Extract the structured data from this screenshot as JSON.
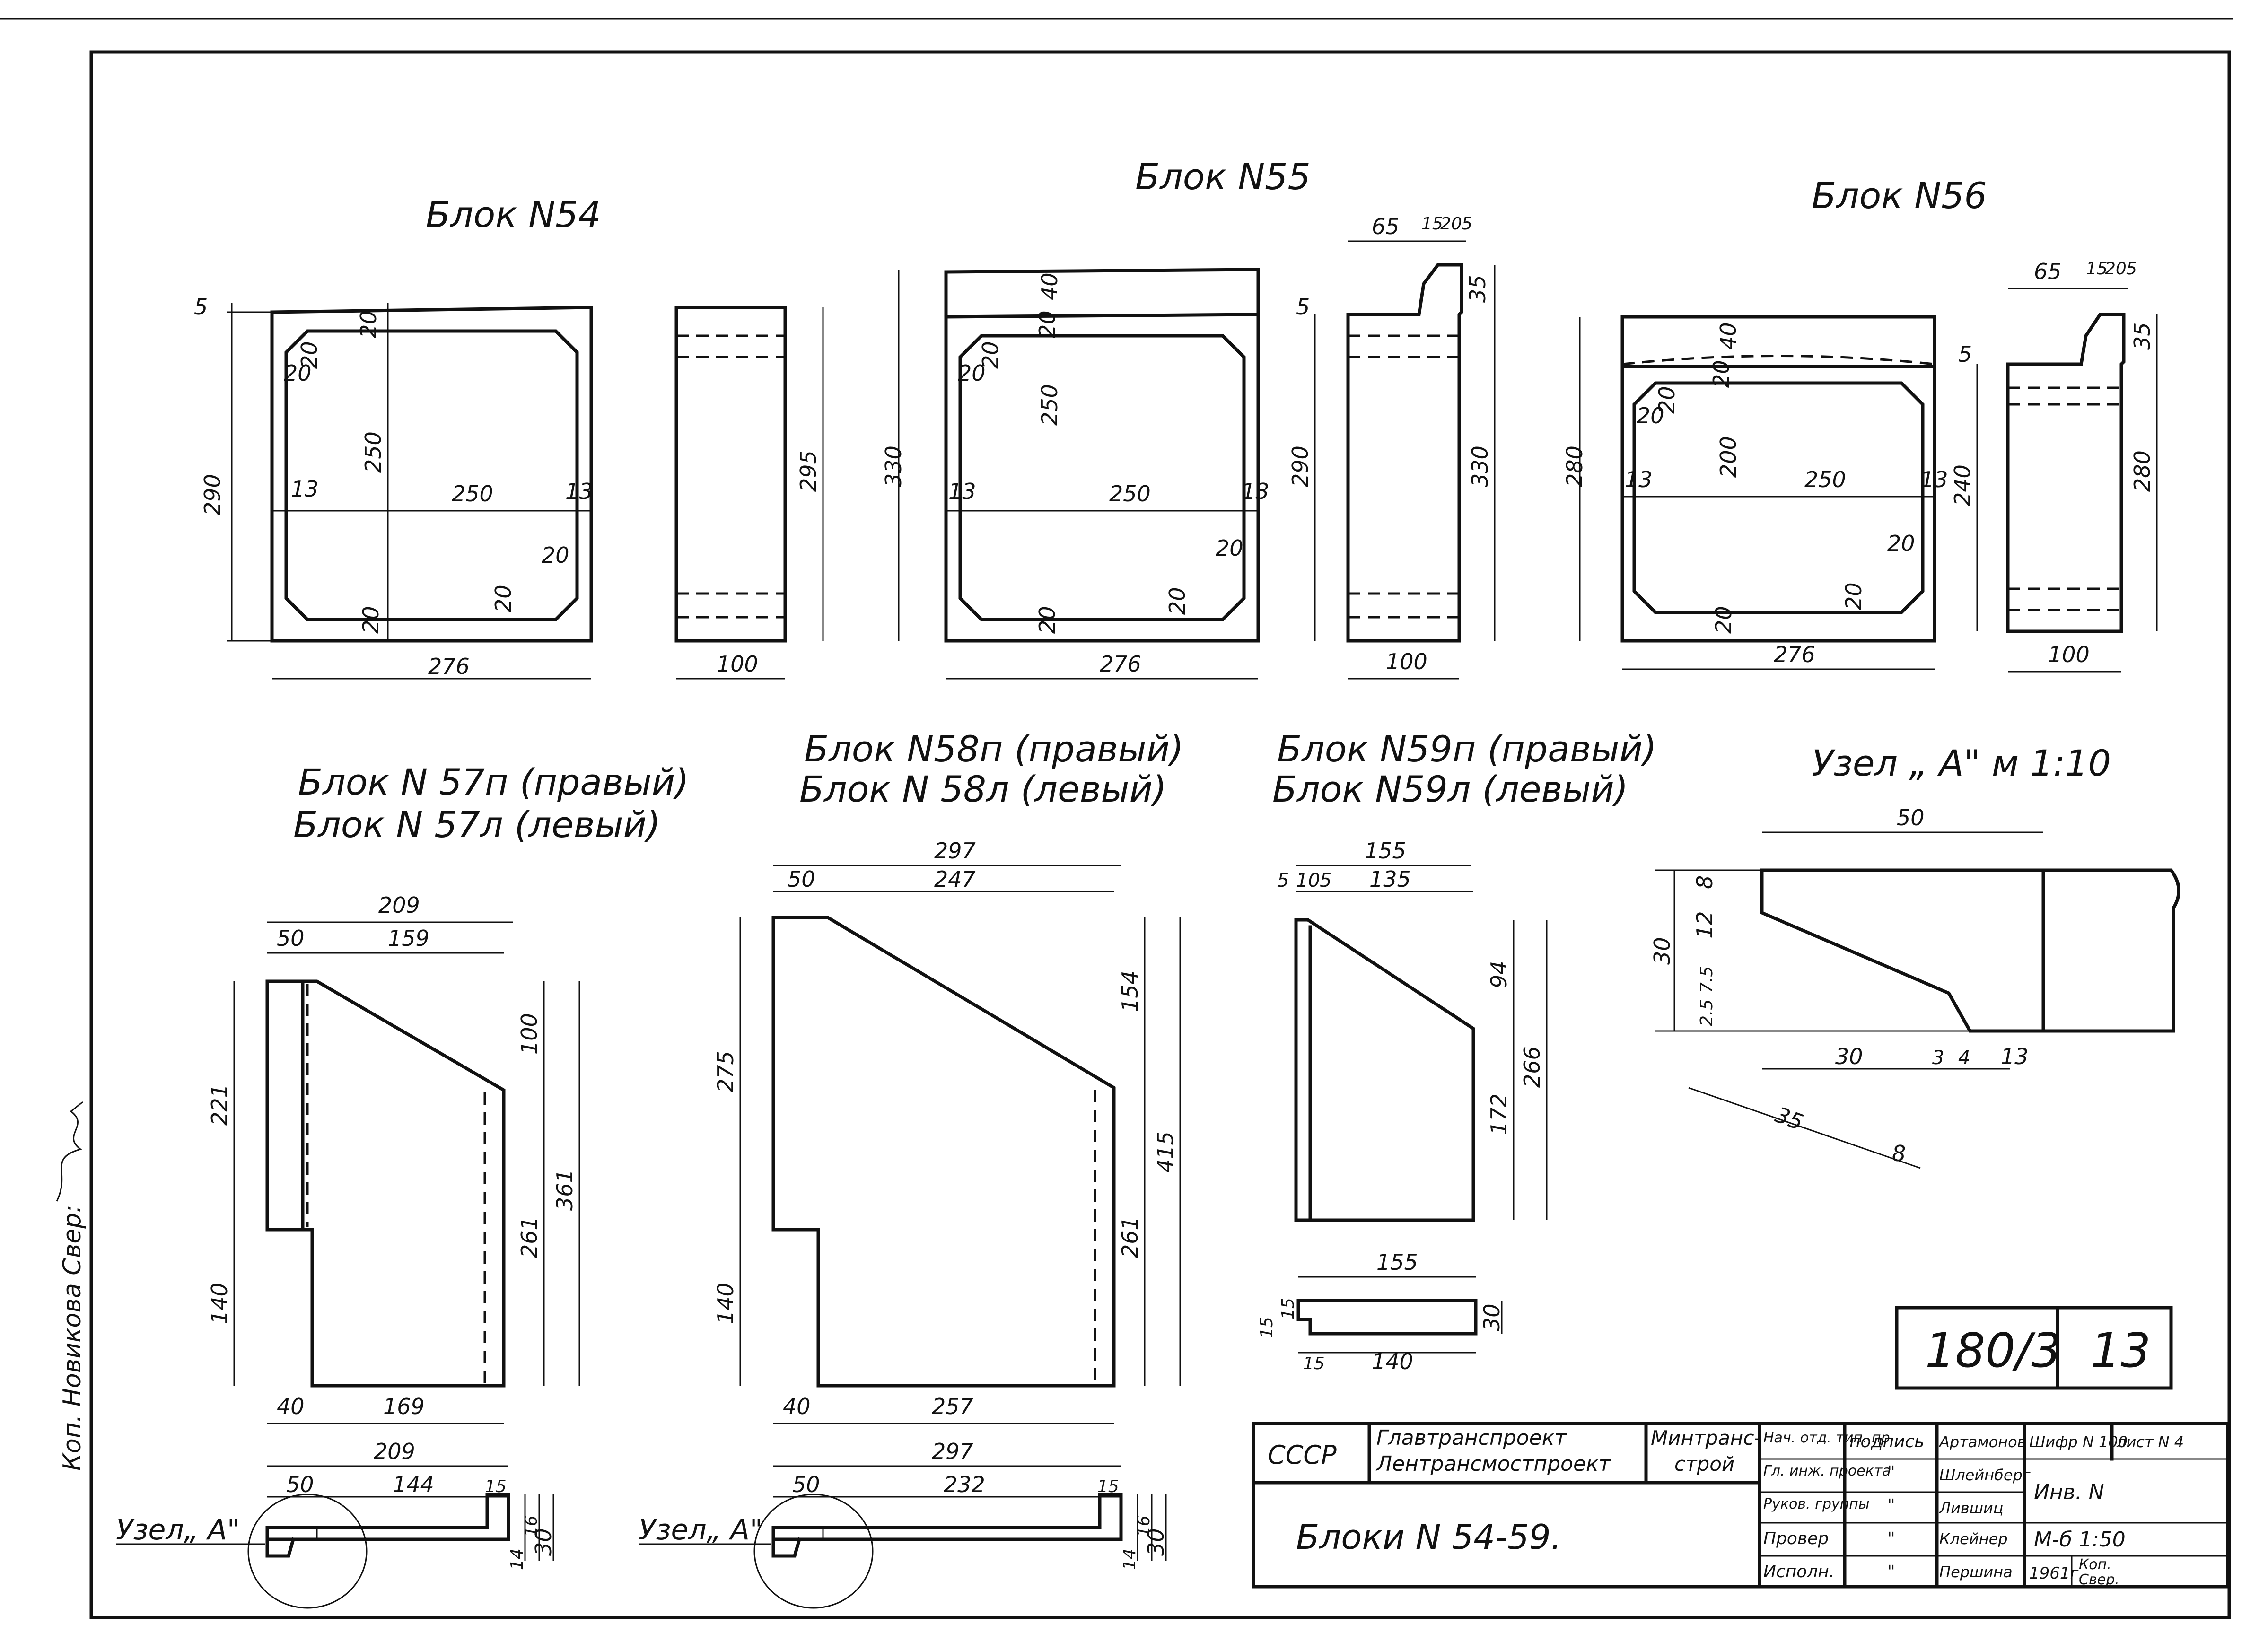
{
  "titles": {
    "b54": "Блок N54",
    "b55": "Блок N55",
    "b56": "Блок N56",
    "b57a": "Блок N 57п (правый)",
    "b57b": "Блок N 57л (левый)",
    "b58a": "Блок N58п (правый)",
    "b58b": "Блок N 58л (левый)",
    "b59a": "Блок N59п (правый)",
    "b59b": "Блок N59л (левый)",
    "node": "Узел „ A\" м 1:10"
  },
  "dims": {
    "b54": {
      "top": "5",
      "h290": "290",
      "c20a": "20",
      "c20b": "20",
      "c20c": "20",
      "c20d": "20",
      "c20e": "20",
      "c20f": "20",
      "h250": "250",
      "w250": "250",
      "s13a": "13",
      "s13b": "13",
      "w276": "276"
    },
    "b54s": {
      "h295": "295",
      "w100": "100"
    },
    "b55": {
      "h330": "330",
      "c40": "40",
      "c20a": "20",
      "c20b": "20",
      "c20c": "20",
      "c20d": "20",
      "c20e": "20",
      "c20f": "20",
      "h250": "250",
      "w250": "250",
      "s13a": "13",
      "s13b": "13",
      "w276": "276"
    },
    "b55s": {
      "d65": "65",
      "d15": "15",
      "d20": "20",
      "d5": "5",
      "t5": "5",
      "d35": "35",
      "h290": "290",
      "h330": "330",
      "w100": "100"
    },
    "b56": {
      "h280": "280",
      "c40": "40",
      "c20a": "20",
      "c20b": "20",
      "c20c": "20",
      "c20d": "20",
      "c20e": "20",
      "c20f": "20",
      "h200": "200",
      "w250": "250",
      "s13a": "13",
      "s13b": "13",
      "w276": "276"
    },
    "b56s": {
      "d65": "65",
      "d15": "15",
      "d20": "20",
      "d5": "5",
      "t5": "5",
      "d35": "35",
      "h240": "240",
      "h280": "280",
      "w100": "100"
    },
    "b57": {
      "w209": "209",
      "w50": "50",
      "w159": "159",
      "h221": "221",
      "h140": "140",
      "h100": "100",
      "h261": "261",
      "h361": "361",
      "w40": "40",
      "w169": "169"
    },
    "b57p": {
      "w209": "209",
      "w50": "50",
      "w144": "144",
      "w15": "15",
      "h14": "14",
      "h16": "16",
      "h30": "30",
      "node": "Узел„ A\""
    },
    "b58": {
      "w297": "297",
      "w50": "50",
      "w247": "247",
      "h275": "275",
      "h140": "140",
      "h154": "154",
      "h261": "261",
      "h415": "415",
      "w40": "40",
      "w257": "257"
    },
    "b58p": {
      "w297": "297",
      "w50": "50",
      "w232": "232",
      "w15": "15",
      "h14": "14",
      "h16": "16",
      "h30": "30",
      "node": "Узел„ A\""
    },
    "b59": {
      "w155": "155",
      "w5": "5",
      "w10": "10",
      "w5b": "5",
      "w135": "135",
      "h94": "94",
      "h172": "172",
      "h266": "266"
    },
    "b59p": {
      "w155": "155",
      "h15a": "15",
      "h15b": "15",
      "w15": "15",
      "w140": "140",
      "h30": "30"
    },
    "node": {
      "w50": "50",
      "h30": "30",
      "h8": "8",
      "h12": "12",
      "h75": "7.5",
      "h25": "2.5",
      "w30": "30",
      "w3": "3",
      "w4": "4",
      "w13": "13",
      "d35": "35",
      "d8": "8"
    }
  },
  "sheet_number": {
    "code": "180/3",
    "page": "13"
  },
  "stamp": {
    "country": "СССР",
    "org1": "Главтранспроект",
    "org2": "Лентрансмостпроект",
    "ministry1": "Минтранс-",
    "ministry2": "строй",
    "drawing_title": "Блоки N 54-59.",
    "roles": [
      "Нач. отд. тип. пр.",
      "Гл. инж. проекта",
      "Руков. группы",
      "Провер",
      "Исполн."
    ],
    "sign_header": "подпись",
    "sign_marks": [
      "\"",
      "\"",
      "\"",
      "\""
    ],
    "names": [
      "Артамонов",
      "Шлейнберг",
      "Лившиц",
      "Клейнер",
      "Першина"
    ],
    "code_label": "Шифр N 100",
    "sheet_label": "лист N 4",
    "inv": "Инв. N",
    "scale": "М-б 1:50",
    "year": "1961г.",
    "format": "Коп.",
    "format2": "Свер."
  },
  "margin_note": "Коп. Новикова Свер:"
}
